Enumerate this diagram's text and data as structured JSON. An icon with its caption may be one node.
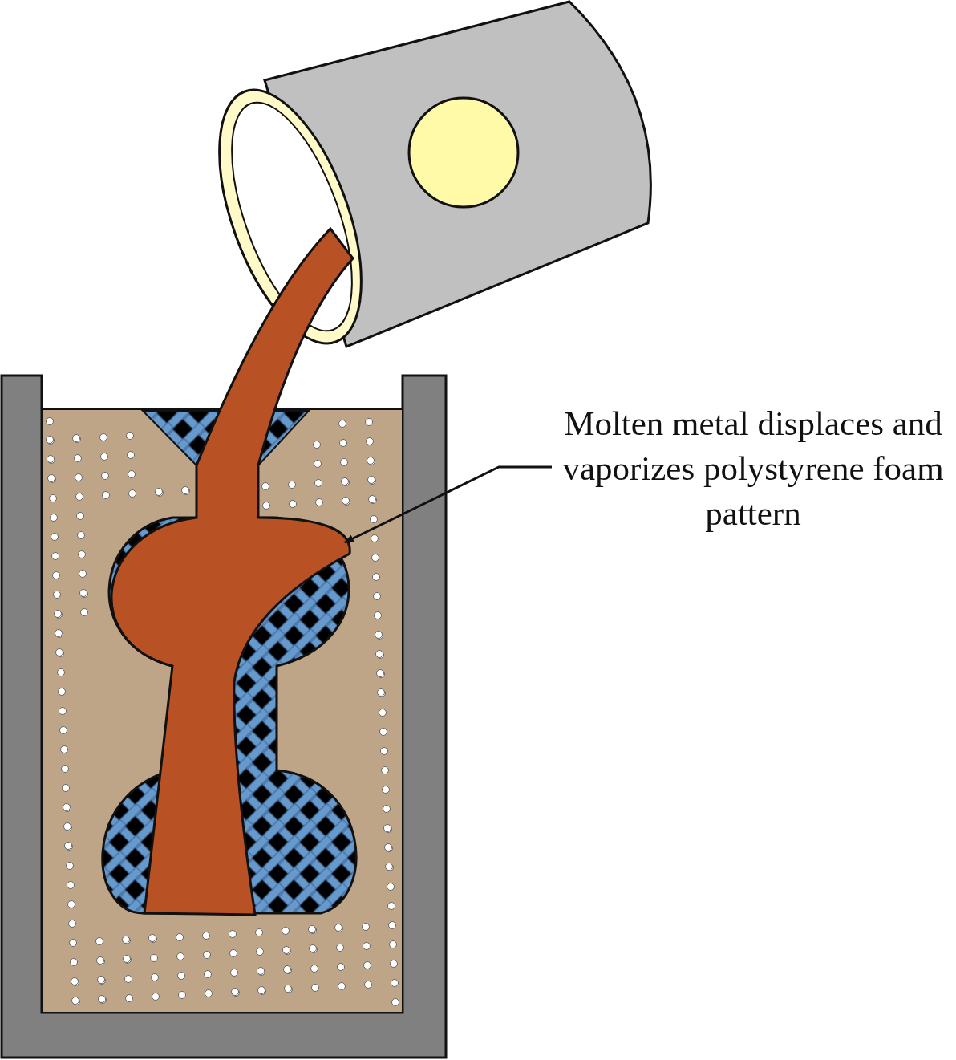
{
  "diagram": {
    "nodes": [
      {
        "text": [
          "Molten metal displaces and vaporizes polystyrene foam pattern"
        ]
      },
      {
        "text": [],
        "shape": "picture"
      }
    ],
    "edges": [
      {
        "from": 0,
        "to": 1,
        "arrow": "to"
      }
    ]
  }
}
